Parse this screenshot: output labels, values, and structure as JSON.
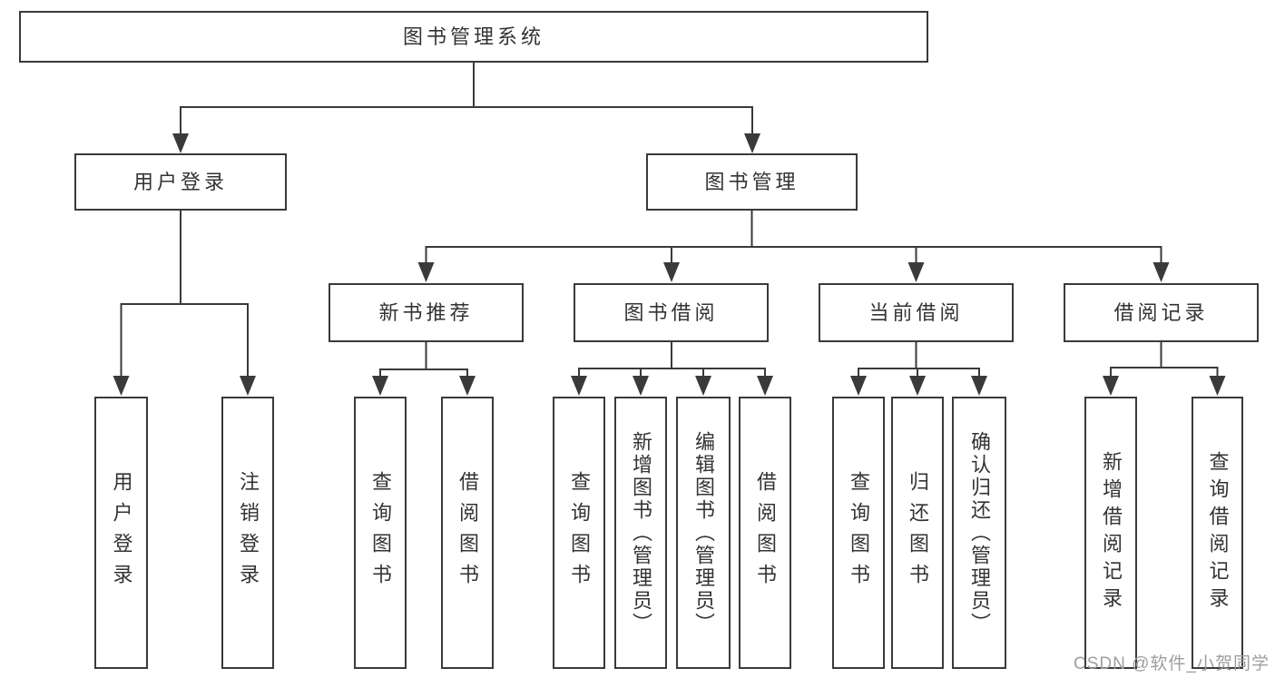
{
  "colors": {
    "line": "#3a3a3a",
    "text": "#333333",
    "background": "#ffffff",
    "watermark": "#9e9e9e"
  },
  "watermark": "CSDN @软件_小贺同学",
  "tree": {
    "label": "图书管理系统",
    "children": [
      {
        "label": "用户登录",
        "children": [
          {
            "label": "用户登录"
          },
          {
            "label": "注销登录"
          }
        ]
      },
      {
        "label": "图书管理",
        "children": [
          {
            "label": "新书推荐",
            "children": [
              {
                "label": "查询图书"
              },
              {
                "label": "借阅图书"
              }
            ]
          },
          {
            "label": "图书借阅",
            "children": [
              {
                "label": "查询图书"
              },
              {
                "label": "新增图书（管理员）"
              },
              {
                "label": "编辑图书（管理员）"
              },
              {
                "label": "借阅图书"
              }
            ]
          },
          {
            "label": "当前借阅",
            "children": [
              {
                "label": "查询图书"
              },
              {
                "label": "归还图书"
              },
              {
                "label": "确认归还（管理员）"
              }
            ]
          },
          {
            "label": "借阅记录",
            "children": [
              {
                "label": "新增借阅记录"
              },
              {
                "label": "查询借阅记录"
              }
            ]
          }
        ]
      }
    ]
  }
}
